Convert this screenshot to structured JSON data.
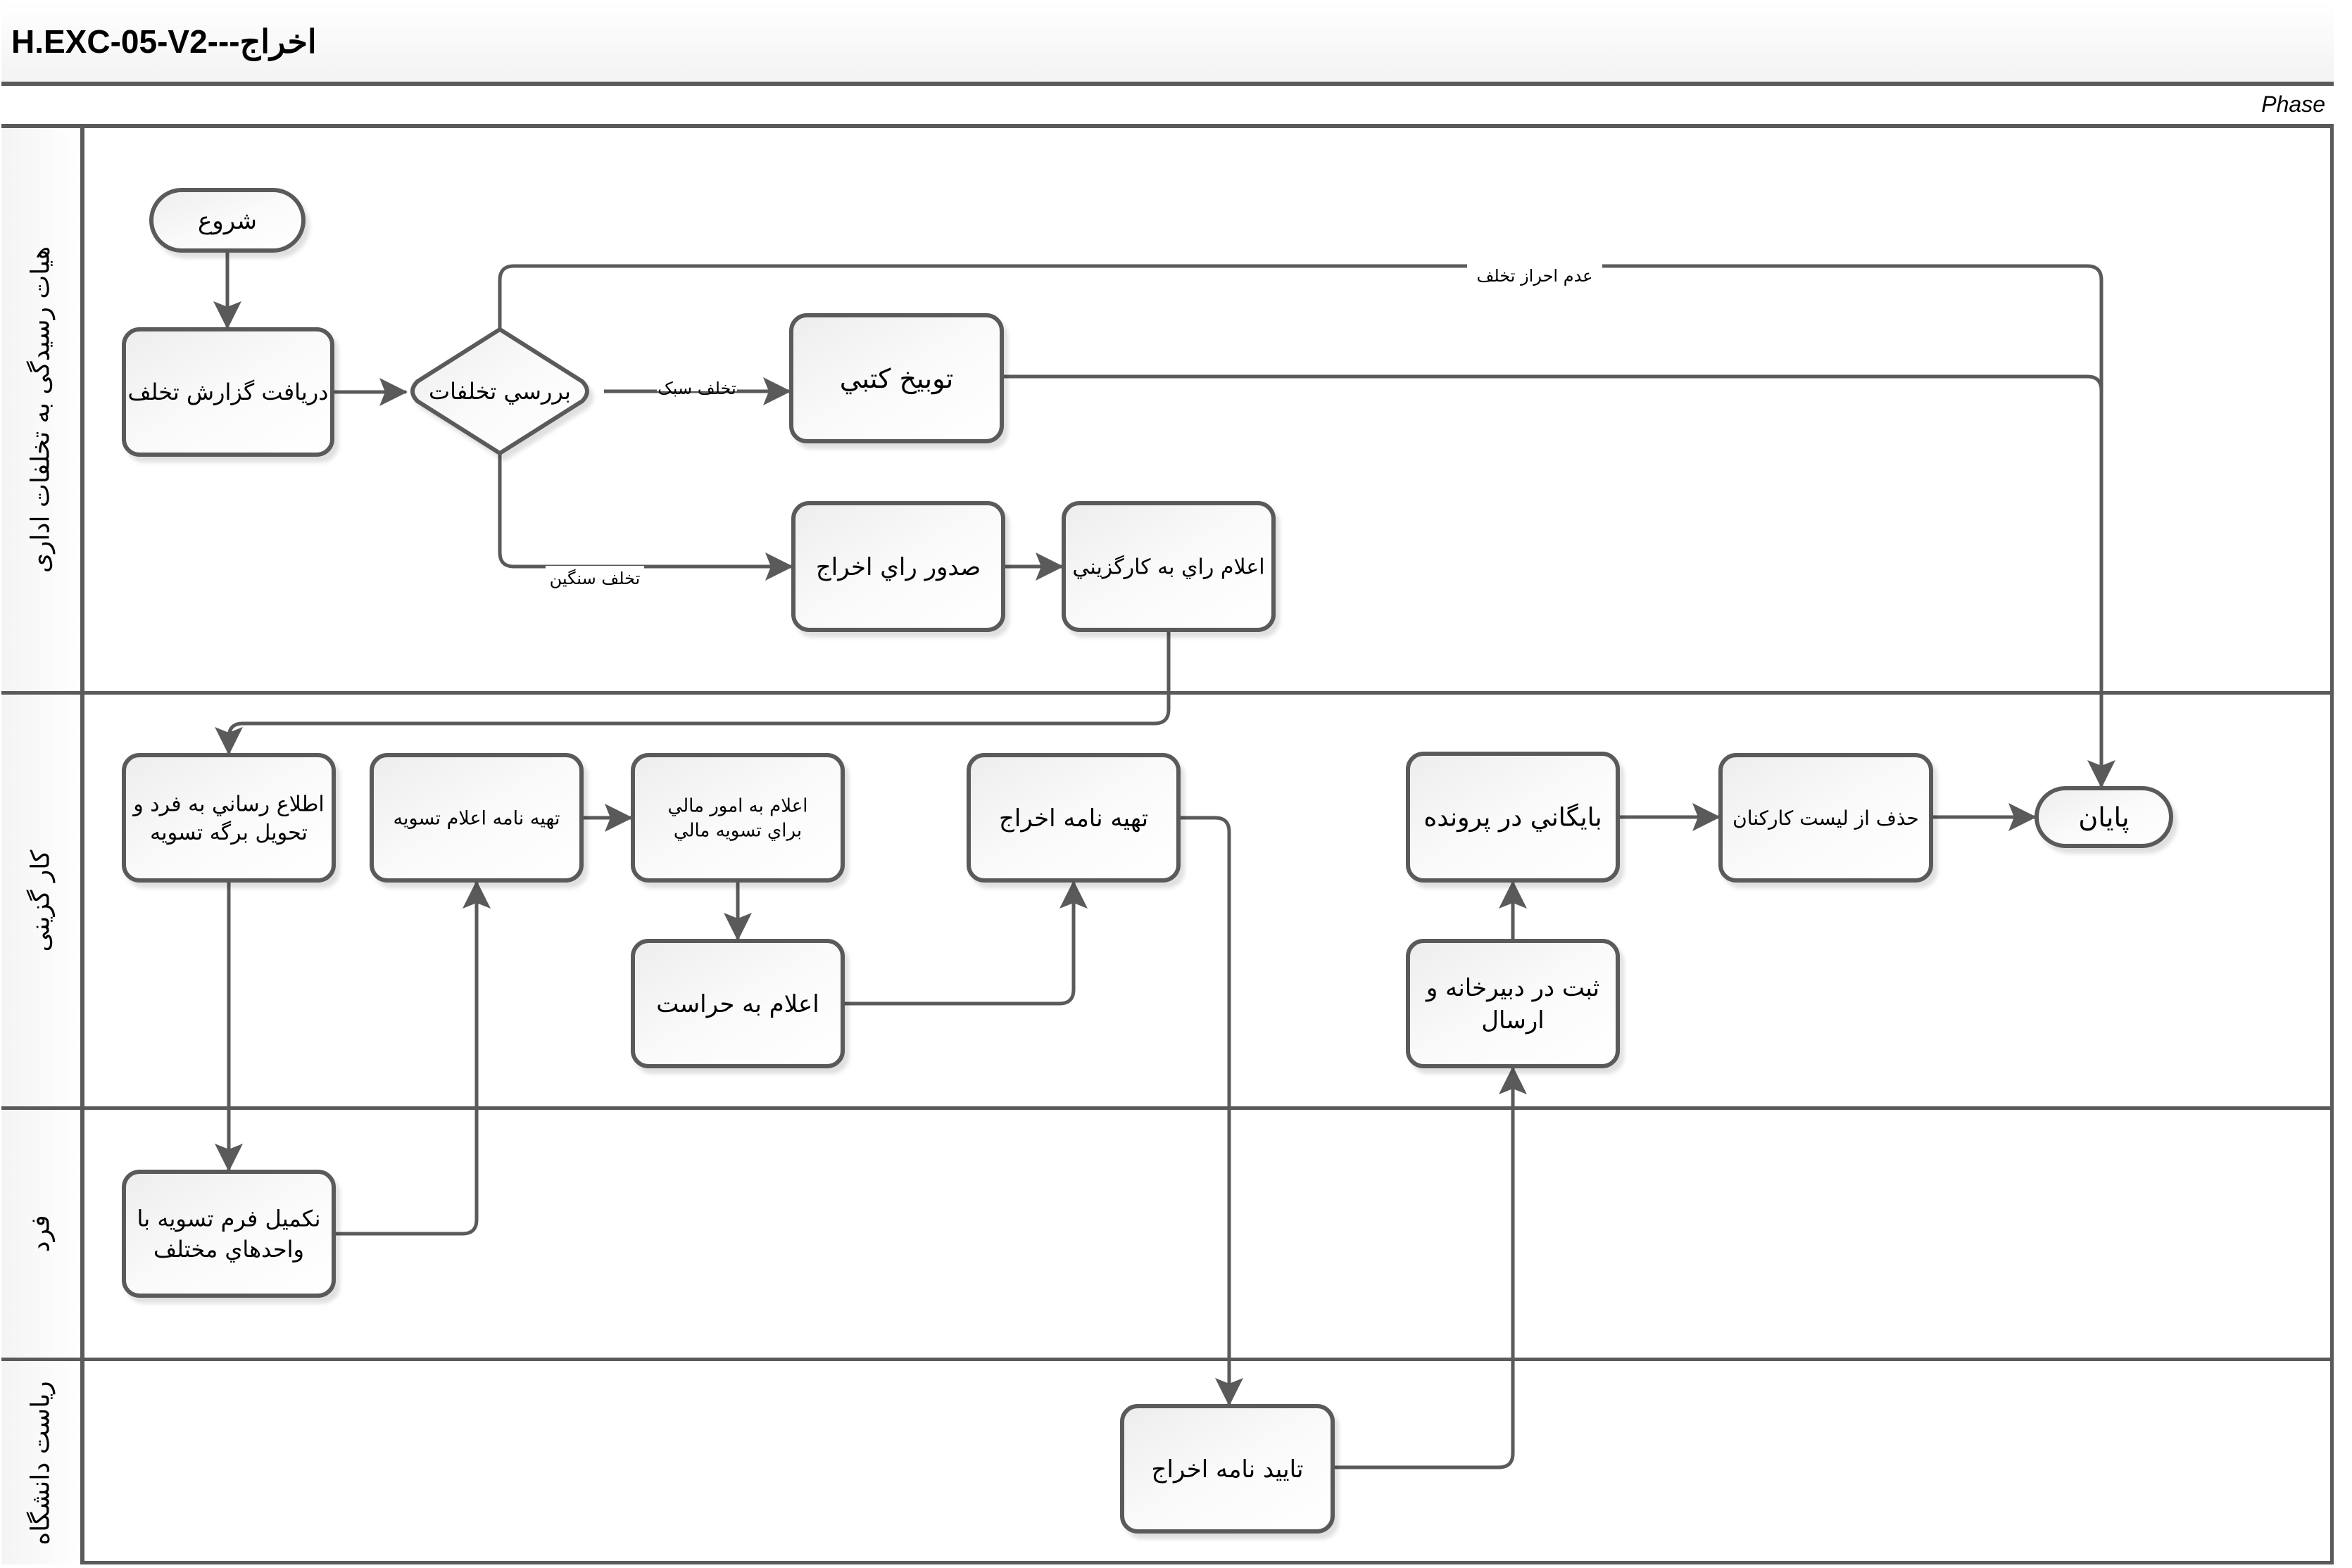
{
  "header": {
    "title": "H.EXC-05-V2---اخراج",
    "phase_label": "Phase"
  },
  "lanes": [
    {
      "label": "هيات رسيدگی به تخلفات اداری"
    },
    {
      "label": "كار گزينی"
    },
    {
      "label": "فرد"
    },
    {
      "label": "رياست دانشگاه"
    }
  ],
  "nodes": {
    "start": {
      "type": "terminal",
      "lines": [
        "شروع"
      ]
    },
    "receive_report": {
      "type": "process",
      "lines": [
        "دريافت گزارش تخلف"
      ]
    },
    "review_violations": {
      "type": "decision",
      "lines": [
        "بررسي تخلفات"
      ]
    },
    "written_reprimand": {
      "type": "process",
      "lines": [
        "توبيخ كتبي"
      ]
    },
    "issue_expulsion_verdict": {
      "type": "process",
      "lines": [
        "صدور راي اخراج"
      ]
    },
    "announce_verdict_hr": {
      "type": "process",
      "lines": [
        "اعلام راي به كارگزيني"
      ]
    },
    "notify_person": {
      "type": "process",
      "lines": [
        "اطلاع رساني به فرد و",
        "تحويل برگه تسويه"
      ]
    },
    "prepare_settlement_letter": {
      "type": "process",
      "lines": [
        "تهيه نامه اعلام تسويه"
      ]
    },
    "notify_finance": {
      "type": "process",
      "lines": [
        "اعلام به امور مالي",
        "براي تسويه مالي"
      ]
    },
    "notify_security": {
      "type": "process",
      "lines": [
        "اعلام به حراست"
      ]
    },
    "prepare_expulsion_letter": {
      "type": "process",
      "lines": [
        "تهيه نامه اخراج"
      ]
    },
    "archive_file": {
      "type": "process",
      "lines": [
        "بايگاني در پرونده"
      ]
    },
    "remove_from_staff": {
      "type": "process",
      "lines": [
        "حذف از ليست كاركنان"
      ]
    },
    "end": {
      "type": "terminal",
      "lines": [
        "پايان"
      ]
    },
    "register_send": {
      "type": "process",
      "lines": [
        "ثبت در دبيرخانه و",
        "ارسال"
      ]
    },
    "complete_form": {
      "type": "process",
      "lines": [
        "نكميل فرم تسويه با",
        "واحدهاي مختلف"
      ]
    },
    "approve_letter": {
      "type": "process",
      "lines": [
        "تاييد نامه اخراج"
      ]
    }
  },
  "connectors": {
    "no_violation": "عدم احراز تخلف",
    "minor_violation": "تخلف سبک",
    "major_violation": "تخلف سنگين"
  },
  "colors": {
    "stroke": "#5a5a5a",
    "fill_top": "#f2f2f2",
    "fill_bottom": "#ffffff",
    "text": "#000000"
  }
}
